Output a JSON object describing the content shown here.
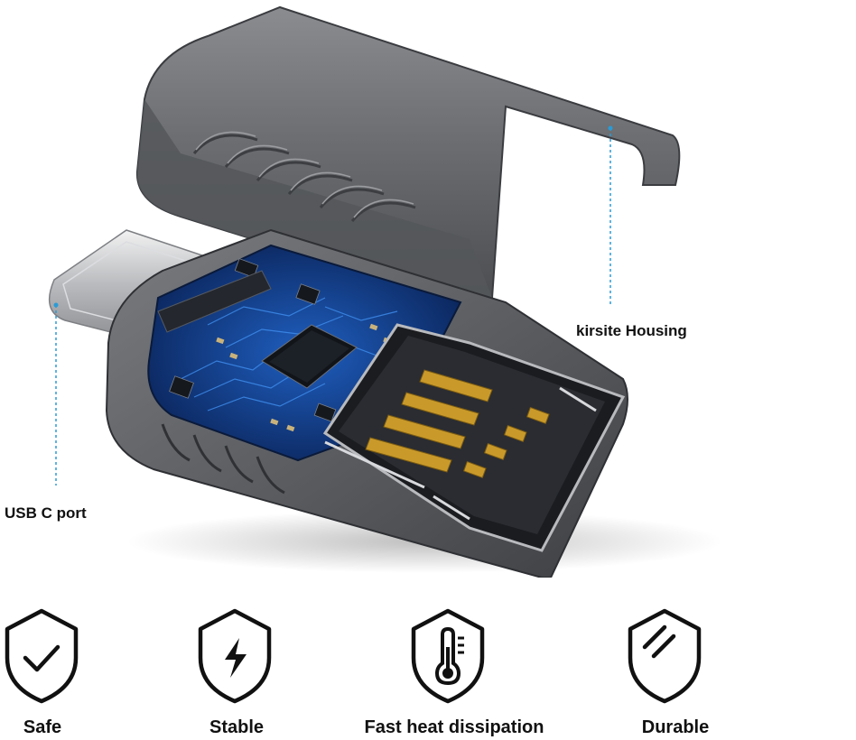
{
  "callouts": {
    "housing": "kirsite Housing",
    "usb_c": "USB C port"
  },
  "features": [
    {
      "label": "Safe",
      "icon": "shield-check-icon"
    },
    {
      "label": "Stable",
      "icon": "shield-lightning-icon"
    },
    {
      "label": "Fast heat dissipation",
      "icon": "shield-thermometer-icon"
    },
    {
      "label": "Durable",
      "icon": "shield-slash-icon"
    }
  ],
  "colors": {
    "housing": "#5c5e62",
    "pcb": "#0f2e6b",
    "gold": "#c99a2a",
    "callout_line": "#2b9bd6"
  }
}
